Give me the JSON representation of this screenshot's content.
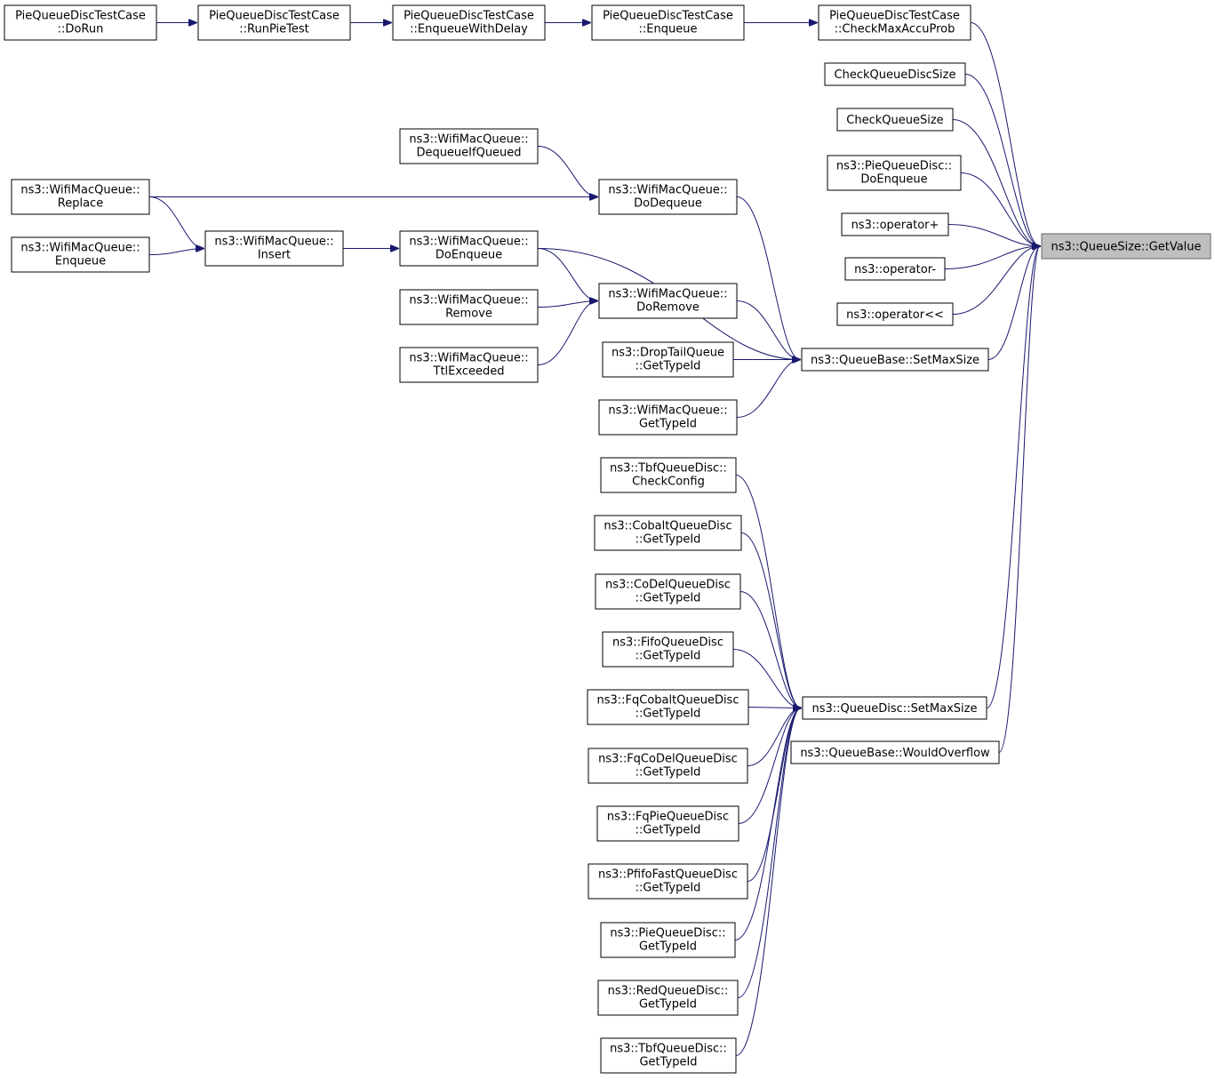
{
  "diagram": {
    "type": "doxygen-caller-graph",
    "root": "getvalue",
    "colors": {
      "edge": "#191970",
      "root_fill": "#bfbfbf",
      "root_border": "#666666",
      "node_border": "#000000",
      "background": "#ffffff"
    },
    "nodes": [
      {
        "id": "getvalue",
        "lines": [
          "ns3::QueueSize::GetValue"
        ]
      },
      {
        "id": "doRun",
        "lines": [
          "PieQueueDiscTestCase",
          "::DoRun"
        ]
      },
      {
        "id": "runPieTest",
        "lines": [
          "PieQueueDiscTestCase",
          "::RunPieTest"
        ]
      },
      {
        "id": "enqueueWithDelay",
        "lines": [
          "PieQueueDiscTestCase",
          "::EnqueueWithDelay"
        ]
      },
      {
        "id": "pqdEnqueue",
        "lines": [
          "PieQueueDiscTestCase",
          "::Enqueue"
        ]
      },
      {
        "id": "checkMaxAccuProb",
        "lines": [
          "PieQueueDiscTestCase",
          "::CheckMaxAccuProb"
        ]
      },
      {
        "id": "checkQueueDiscSize",
        "lines": [
          "CheckQueueDiscSize"
        ]
      },
      {
        "id": "checkQueueSize",
        "lines": [
          "CheckQueueSize"
        ]
      },
      {
        "id": "pieDoEnqueue",
        "lines": [
          "ns3::PieQueueDisc::",
          "DoEnqueue"
        ]
      },
      {
        "id": "opPlus",
        "lines": [
          "ns3::operator+"
        ]
      },
      {
        "id": "opMinus",
        "lines": [
          "ns3::operator-"
        ]
      },
      {
        "id": "opShift",
        "lines": [
          "ns3::operator<<"
        ]
      },
      {
        "id": "qbSetMaxSize",
        "lines": [
          "ns3::QueueBase::SetMaxSize"
        ]
      },
      {
        "id": "qdSetMaxSize",
        "lines": [
          "ns3::QueueDisc::SetMaxSize"
        ]
      },
      {
        "id": "wouldOverflow",
        "lines": [
          "ns3::QueueBase::WouldOverflow"
        ]
      },
      {
        "id": "wmqDequeueIfQueued",
        "lines": [
          "ns3::WifiMacQueue::",
          "DequeueIfQueued"
        ]
      },
      {
        "id": "wmqDoDequeue",
        "lines": [
          "ns3::WifiMacQueue::",
          "DoDequeue"
        ]
      },
      {
        "id": "wmqReplace",
        "lines": [
          "ns3::WifiMacQueue::",
          "Replace"
        ]
      },
      {
        "id": "wmqEnqueue",
        "lines": [
          "ns3::WifiMacQueue::",
          "Enqueue"
        ]
      },
      {
        "id": "wmqInsert",
        "lines": [
          "ns3::WifiMacQueue::",
          "Insert"
        ]
      },
      {
        "id": "wmqDoEnqueue",
        "lines": [
          "ns3::WifiMacQueue::",
          "DoEnqueue"
        ]
      },
      {
        "id": "wmqRemove",
        "lines": [
          "ns3::WifiMacQueue::",
          "Remove"
        ]
      },
      {
        "id": "wmqDoRemove",
        "lines": [
          "ns3::WifiMacQueue::",
          "DoRemove"
        ]
      },
      {
        "id": "wmqTtlExceeded",
        "lines": [
          "ns3::WifiMacQueue::",
          "TtlExceeded"
        ]
      },
      {
        "id": "dtqGetTypeId",
        "lines": [
          "ns3::DropTailQueue",
          "::GetTypeId"
        ]
      },
      {
        "id": "wmqGetTypeId",
        "lines": [
          "ns3::WifiMacQueue::",
          "GetTypeId"
        ]
      },
      {
        "id": "tbfCheckConfig",
        "lines": [
          "ns3::TbfQueueDisc::",
          "CheckConfig"
        ]
      },
      {
        "id": "cobaltGetTypeId",
        "lines": [
          "ns3::CobaltQueueDisc",
          "::GetTypeId"
        ]
      },
      {
        "id": "codelGetTypeId",
        "lines": [
          "ns3::CoDelQueueDisc",
          "::GetTypeId"
        ]
      },
      {
        "id": "fifoGetTypeId",
        "lines": [
          "ns3::FifoQueueDisc",
          "::GetTypeId"
        ]
      },
      {
        "id": "fqCobaltGetTypeId",
        "lines": [
          "ns3::FqCobaltQueueDisc",
          "::GetTypeId"
        ]
      },
      {
        "id": "fqCodelGetTypeId",
        "lines": [
          "ns3::FqCoDelQueueDisc",
          "::GetTypeId"
        ]
      },
      {
        "id": "fqPieGetTypeId",
        "lines": [
          "ns3::FqPieQueueDisc",
          "::GetTypeId"
        ]
      },
      {
        "id": "pfifoGetTypeId",
        "lines": [
          "ns3::PfifoFastQueueDisc",
          "::GetTypeId"
        ]
      },
      {
        "id": "pieGetTypeId",
        "lines": [
          "ns3::PieQueueDisc::",
          "GetTypeId"
        ]
      },
      {
        "id": "redGetTypeId",
        "lines": [
          "ns3::RedQueueDisc::",
          "GetTypeId"
        ]
      },
      {
        "id": "tbfGetTypeId",
        "lines": [
          "ns3::TbfQueueDisc::",
          "GetTypeId"
        ]
      }
    ],
    "edges": [
      {
        "from": "doRun",
        "to": "runPieTest"
      },
      {
        "from": "runPieTest",
        "to": "enqueueWithDelay"
      },
      {
        "from": "enqueueWithDelay",
        "to": "pqdEnqueue"
      },
      {
        "from": "pqdEnqueue",
        "to": "checkMaxAccuProb"
      },
      {
        "from": "checkMaxAccuProb",
        "to": "getvalue"
      },
      {
        "from": "checkQueueDiscSize",
        "to": "getvalue"
      },
      {
        "from": "checkQueueSize",
        "to": "getvalue"
      },
      {
        "from": "pieDoEnqueue",
        "to": "getvalue"
      },
      {
        "from": "opPlus",
        "to": "getvalue"
      },
      {
        "from": "opMinus",
        "to": "getvalue"
      },
      {
        "from": "opShift",
        "to": "getvalue"
      },
      {
        "from": "qbSetMaxSize",
        "to": "getvalue"
      },
      {
        "from": "qdSetMaxSize",
        "to": "getvalue"
      },
      {
        "from": "wouldOverflow",
        "to": "getvalue"
      },
      {
        "from": "wmqDequeueIfQueued",
        "to": "wmqDoDequeue"
      },
      {
        "from": "wmqReplace",
        "to": "wmqDoDequeue"
      },
      {
        "from": "wmqReplace",
        "to": "wmqInsert"
      },
      {
        "from": "wmqEnqueue",
        "to": "wmqInsert"
      },
      {
        "from": "wmqInsert",
        "to": "wmqDoEnqueue"
      },
      {
        "from": "wmqDoEnqueue",
        "to": "wmqDoRemove"
      },
      {
        "from": "wmqRemove",
        "to": "wmqDoRemove"
      },
      {
        "from": "wmqTtlExceeded",
        "to": "wmqDoRemove"
      },
      {
        "from": "wmqDoDequeue",
        "to": "qbSetMaxSize"
      },
      {
        "from": "wmqDoEnqueue",
        "to": "qbSetMaxSize"
      },
      {
        "from": "wmqDoRemove",
        "to": "qbSetMaxSize"
      },
      {
        "from": "dtqGetTypeId",
        "to": "qbSetMaxSize"
      },
      {
        "from": "wmqGetTypeId",
        "to": "qbSetMaxSize"
      },
      {
        "from": "tbfCheckConfig",
        "to": "qdSetMaxSize"
      },
      {
        "from": "cobaltGetTypeId",
        "to": "qdSetMaxSize"
      },
      {
        "from": "codelGetTypeId",
        "to": "qdSetMaxSize"
      },
      {
        "from": "fifoGetTypeId",
        "to": "qdSetMaxSize"
      },
      {
        "from": "fqCobaltGetTypeId",
        "to": "qdSetMaxSize"
      },
      {
        "from": "fqCodelGetTypeId",
        "to": "qdSetMaxSize"
      },
      {
        "from": "fqPieGetTypeId",
        "to": "qdSetMaxSize"
      },
      {
        "from": "pfifoGetTypeId",
        "to": "qdSetMaxSize"
      },
      {
        "from": "pieGetTypeId",
        "to": "qdSetMaxSize"
      },
      {
        "from": "redGetTypeId",
        "to": "qdSetMaxSize"
      },
      {
        "from": "tbfGetTypeId",
        "to": "qdSetMaxSize"
      }
    ]
  }
}
